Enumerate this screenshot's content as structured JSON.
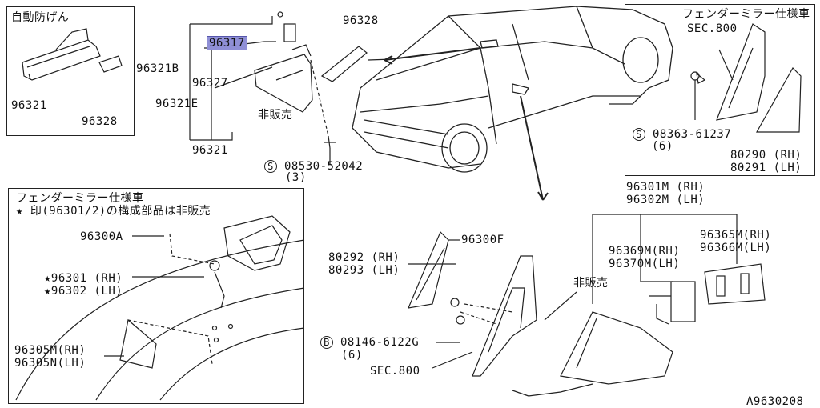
{
  "inset_top_left": {
    "title": "自動防げん",
    "part_a": "96321",
    "part_b": "96328"
  },
  "main_top": {
    "p96317": "96317",
    "p96328": "96328",
    "p96321B": "96321B",
    "p96327": "96327",
    "p96321E": "96321E",
    "hihanbai": "非販売",
    "p96321": "96321",
    "screw_code": "08530-52042",
    "screw_qty": "(3)"
  },
  "inset_top_right": {
    "title": "フェンダーミラー仕様車",
    "sec": "SEC.800",
    "screw_code": "08363-61237",
    "screw_qty": "(6)",
    "rh": "80290 (RH)",
    "lh": "80291 (LH)"
  },
  "inset_bottom_left": {
    "title": "フェンダーミラー仕様車",
    "note": "★ 印(96301/2)の構成部品は非販売",
    "p96300A": "96300A",
    "p96301": "★96301 (RH)",
    "p96302": "★96302 (LH)",
    "p96305M": "96305M(RH)",
    "p96305N": "96305N(LH)"
  },
  "right_parts": {
    "p96301M": "96301M (RH)",
    "p96302M": "96302M (LH)",
    "p96369M": "96369M(RH)",
    "p96370M": "96370M(LH)",
    "p96365M": "96365M(RH)",
    "p96366M": "96366M(LH)",
    "hihanbai": "非販売",
    "p96300F": "96300F",
    "p80292": "80292 (RH)",
    "p80293": "80293 (LH)",
    "bolt_code": "08146-6122G",
    "bolt_qty": "(6)",
    "sec": "SEC.800"
  },
  "diagram_id": "A9630208",
  "circle_s": "S",
  "circle_b": "B"
}
